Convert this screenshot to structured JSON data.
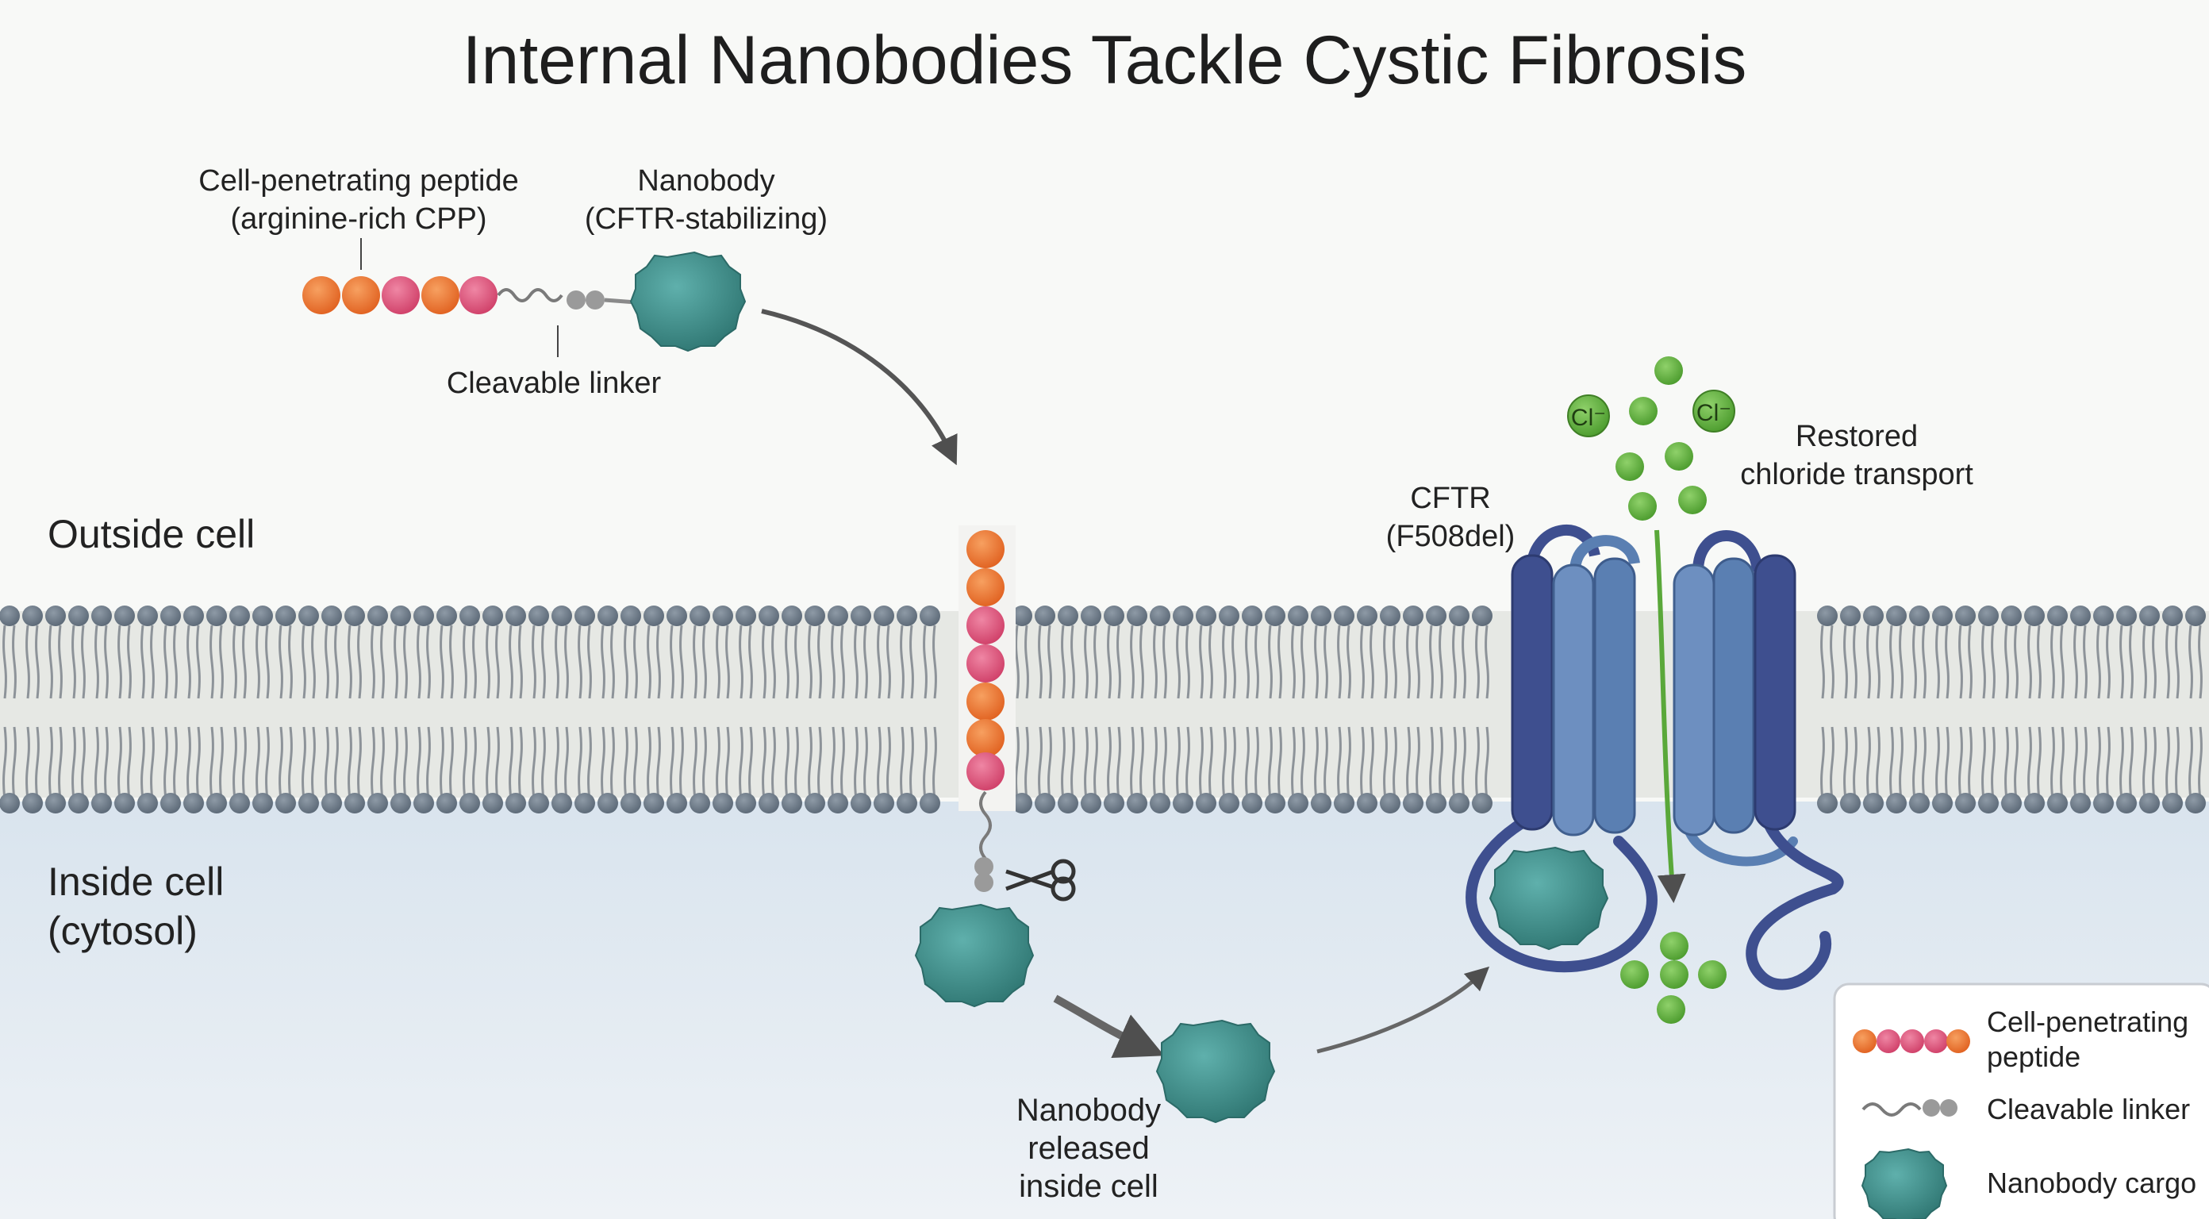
{
  "title": "Internal Nanobodies Tackle Cystic Fibrosis",
  "regions": {
    "outside": "Outside cell",
    "inside_line1": "Inside cell",
    "inside_line2": "(cytosol)"
  },
  "labels": {
    "cpp_line1": "Cell-penetrating peptide",
    "cpp_line2": "(arginine-rich CPP)",
    "nanobody_line1": "Nanobody",
    "nanobody_line2": "(CFTR-stabilizing)",
    "linker": "Cleavable linker",
    "cftr_line1": "CFTR",
    "cftr_line2": "(F508del)",
    "restored_line1": "Restored",
    "restored_line2": "chloride transport",
    "released_line1": "Nanobody",
    "released_line2": "released",
    "released_line3": "inside cell",
    "chloride_ion": "Cl⁻"
  },
  "legend": {
    "items": [
      {
        "line1": "Cell-penetrating",
        "line2": "peptide"
      },
      {
        "line1": "Cleavable linker",
        "line2": ""
      },
      {
        "line1": "Nanobody cargo",
        "line2": ""
      }
    ]
  },
  "colors": {
    "cpp_orange": "#ee7433",
    "cpp_pink": "#e0577d",
    "nanobody_teal": "#3f8f8c",
    "cftr_dark": "#3a4a8a",
    "cftr_light": "#5f86b8",
    "chloride_green": "#5aa83a",
    "arrow_grey": "#555555",
    "membrane_head": "#6c7a88"
  }
}
